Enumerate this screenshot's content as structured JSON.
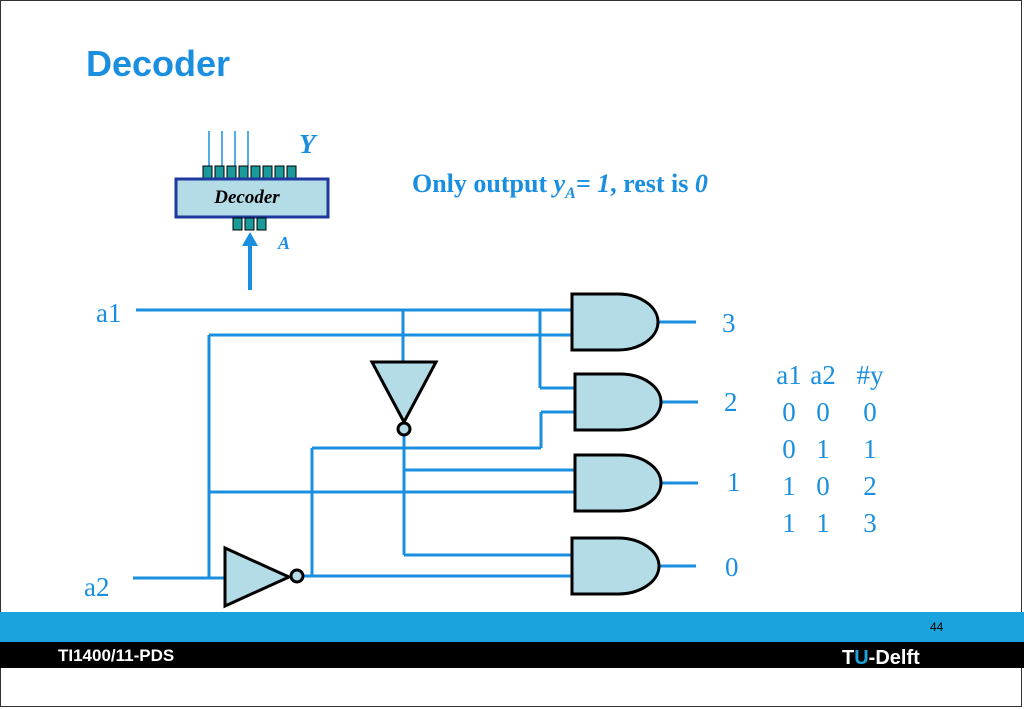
{
  "title": "Decoder",
  "note": {
    "prefix": "Only output ",
    "var": "y",
    "sub": "A",
    "eq": "= 1",
    "rest": ", rest is ",
    "zero": "0"
  },
  "block": {
    "label": "Decoder",
    "output_label": "Y",
    "input_label": "A"
  },
  "inputs": {
    "a1": "a1",
    "a2": "a2"
  },
  "outputs": [
    "3",
    "2",
    "1",
    "0"
  ],
  "truth_table": {
    "headers": [
      "a1",
      "a2",
      "#y"
    ],
    "rows": [
      [
        "0",
        "0",
        "0"
      ],
      [
        "0",
        "1",
        "1"
      ],
      [
        "1",
        "0",
        "2"
      ],
      [
        "1",
        "1",
        "3"
      ]
    ]
  },
  "footer": {
    "page": "44",
    "course": "TI1400/11-PDS",
    "logo_t": "T",
    "logo_u": "U",
    "logo_rest": "-Delft"
  },
  "colors": {
    "accent": "#1a8fe0",
    "gate_fill": "#b4dce6",
    "footer_blue": "#1aa3dc"
  }
}
